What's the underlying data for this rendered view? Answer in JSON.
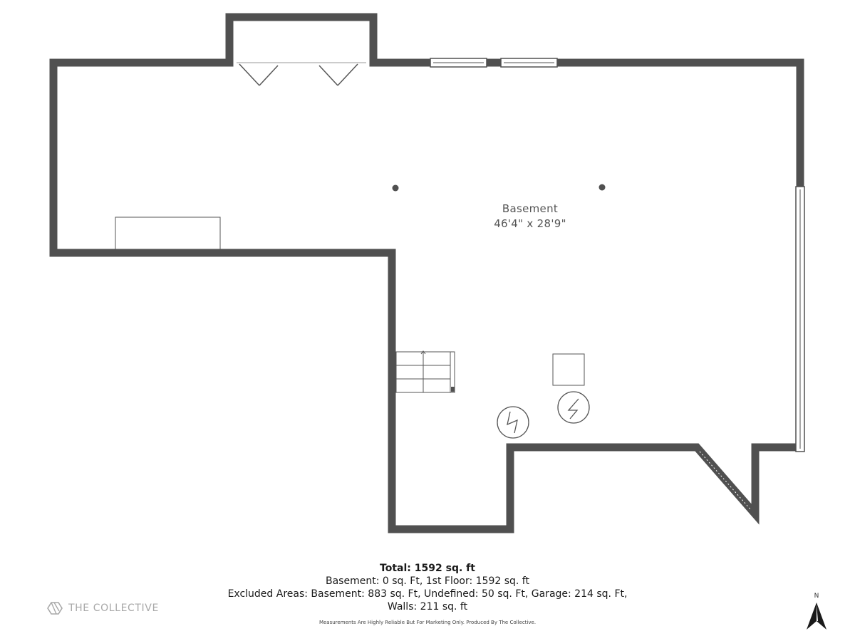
{
  "room": {
    "name": "Basement",
    "dimensions": "46'4\" x 28'9\""
  },
  "summary": {
    "total": "Total: 1592 sq. ft",
    "line1": "Basement: 0 sq. Ft, 1st Floor: 1592 sq. ft",
    "line2": "Excluded Areas: Basement: 883 sq. Ft, Undefined: 50 sq. Ft, Garage: 214 sq. Ft,",
    "line3": "Walls: 211 sq. ft"
  },
  "disclaimer": "Measurements Are Highly Reliable But For Marketing Only. Produced By The Collective.",
  "brand": {
    "name": "THE COLLECTIVE",
    "logo_icon": "collective-logo-icon"
  },
  "compass": {
    "letter": "N",
    "icon": "north-arrow-icon"
  },
  "colors": {
    "wall": "#505050",
    "fixture_line": "#555555",
    "brand_gray": "#a8a8a8"
  }
}
